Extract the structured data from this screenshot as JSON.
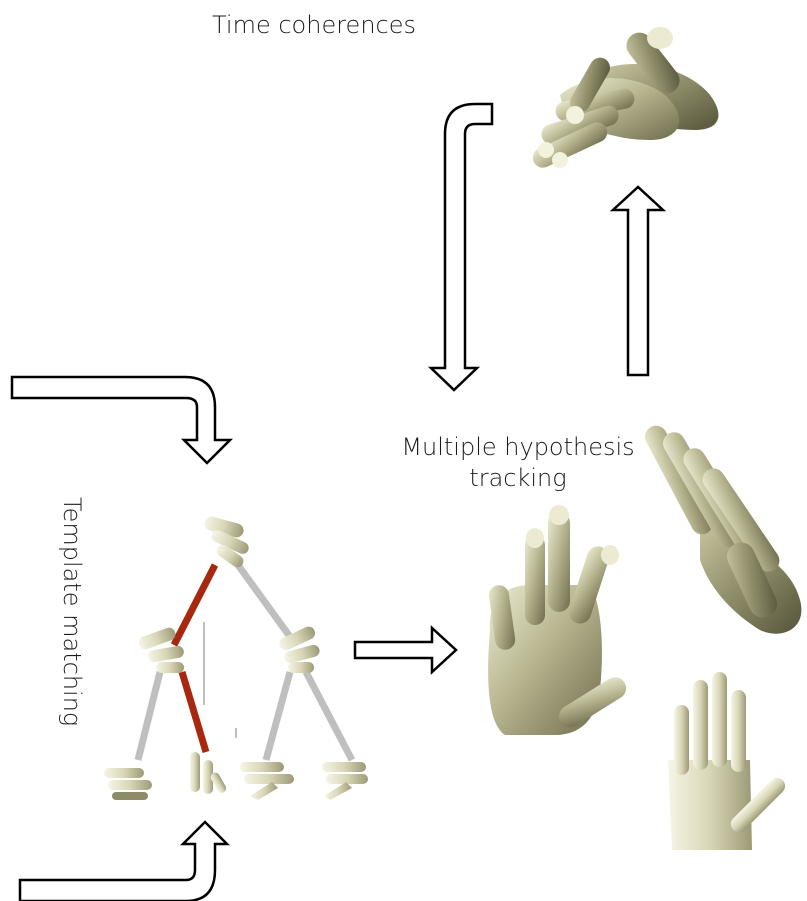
{
  "labels": {
    "time_coherences": "Time coherences",
    "multiple_hypothesis_tracking": "Multiple hypothesis tracking",
    "template_matching": "Template matching"
  },
  "colors": {
    "hand_fill": "#b8b690",
    "hand_shadow": "#6e6c4c",
    "hand_highlight": "#ecebd2",
    "tree_edge_grey": "#bfbfbf",
    "tree_edge_selected": "#a8270f",
    "arrow_stroke": "#000000",
    "arrow_fill": "#ffffff"
  },
  "icons": [
    "hand-model",
    "hollow-arrow",
    "hierarchical-template-tree"
  ]
}
